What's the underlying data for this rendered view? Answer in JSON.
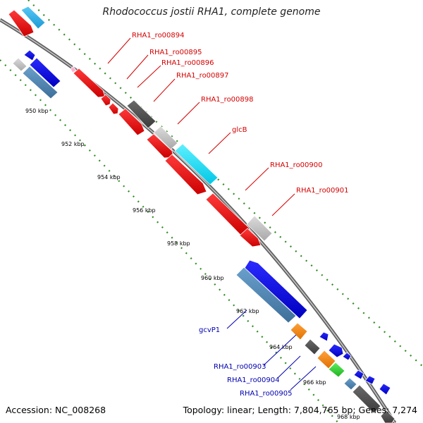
{
  "title": "Rhodococcus jostii RHA1, complete genome",
  "footer": {
    "accession": "Accession: NC_008268",
    "summary": "Topology: linear; Length: 7,804,765 bp; Genes: 7,274"
  },
  "colors": {
    "forward_label": "#d40000",
    "reverse_label": "#0000b0",
    "tick": "#2e7d1f",
    "backbone": "#707070"
  },
  "ticks": [
    "950 kbp",
    "952 kbp",
    "954 kbp",
    "956 kbp",
    "958 kbp",
    "960 kbp",
    "962 kbp",
    "964 kbp",
    "966 kbp",
    "968 kbp"
  ],
  "gene_labels_forward": [
    "RHA1_ro00894",
    "RHA1_ro00895",
    "RHA1_ro00896",
    "RHA1_ro00897",
    "RHA1_ro00898",
    "glcB",
    "RHA1_ro00900",
    "RHA1_ro00901"
  ],
  "gene_labels_reverse": [
    "gcvP1",
    "RHA1_ro00903",
    "RHA1_ro00904",
    "RHA1_ro00905"
  ]
}
